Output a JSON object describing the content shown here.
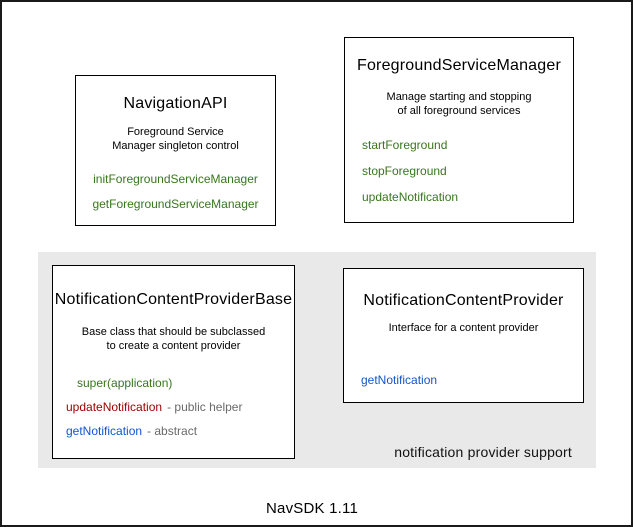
{
  "footer": {
    "caption": "NavSDK 1.11"
  },
  "notification_group": {
    "label": "notification provider support"
  },
  "colors": {
    "method_green": "#38761d",
    "method_red": "#990000",
    "method_blue": "#1155cc",
    "annotation_gray": "#6a6a6a",
    "group_bg": "#e9e9e9",
    "box_border": "#000000",
    "frame_border": "#1a1a1a"
  },
  "boxes": {
    "navigation_api": {
      "title": "NavigationAPI",
      "description": [
        "Foreground Service",
        "Manager singleton control"
      ],
      "methods": [
        {
          "name": "initForegroundServiceManager"
        },
        {
          "name": "getForegroundServiceManager"
        }
      ]
    },
    "foreground_service_manager": {
      "title": "ForegroundServiceManager",
      "description": [
        "Manage starting and stopping",
        "of all foreground services"
      ],
      "methods": [
        {
          "name": "startForeground"
        },
        {
          "name": "stopForeground"
        },
        {
          "name": "updateNotification"
        }
      ]
    },
    "notification_content_provider_base": {
      "title": "NotificationContentProviderBase",
      "description": [
        "Base class that should be subclassed",
        "to create a content provider"
      ],
      "methods": [
        {
          "name": "super(application)",
          "annotation": ""
        },
        {
          "name": "updateNotification",
          "annotation": "- public helper"
        },
        {
          "name": "getNotification",
          "annotation": "- abstract"
        }
      ]
    },
    "notification_content_provider": {
      "title": "NotificationContentProvider",
      "description": [
        "Interface for a content provider"
      ],
      "methods": [
        {
          "name": "getNotification"
        }
      ]
    }
  }
}
